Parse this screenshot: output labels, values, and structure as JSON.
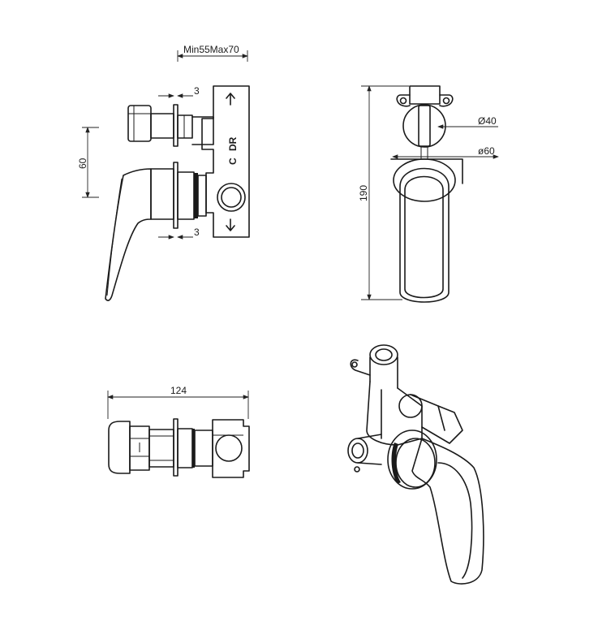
{
  "dimensions": {
    "install_depth": "Min55Max70",
    "plate_left": "3",
    "plate_right": "3",
    "height_60": "60",
    "height_190": "190",
    "diameter_40": "Ø40",
    "diameter_60": "ø60",
    "width_124": "124"
  },
  "body_marks": {
    "mark_c": "C",
    "mark_dr": "DR"
  }
}
